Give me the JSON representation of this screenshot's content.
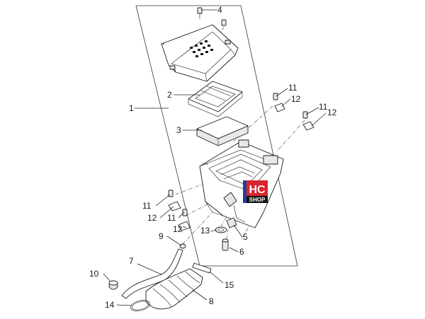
{
  "callouts": [
    {
      "id": "c1",
      "label": "1"
    },
    {
      "id": "c2",
      "label": "2"
    },
    {
      "id": "c3",
      "label": "3"
    },
    {
      "id": "c4",
      "label": "4"
    },
    {
      "id": "c5",
      "label": "5"
    },
    {
      "id": "c6",
      "label": "6"
    },
    {
      "id": "c7",
      "label": "7"
    },
    {
      "id": "c8",
      "label": "8"
    },
    {
      "id": "c9",
      "label": "9"
    },
    {
      "id": "c10",
      "label": "10"
    },
    {
      "id": "c11a",
      "label": "11"
    },
    {
      "id": "c12a",
      "label": "12"
    },
    {
      "id": "c11b",
      "label": "11"
    },
    {
      "id": "c12b",
      "label": "12"
    },
    {
      "id": "c11c",
      "label": "11"
    },
    {
      "id": "c12c",
      "label": "12"
    },
    {
      "id": "c11d",
      "label": "11"
    },
    {
      "id": "c12d",
      "label": "12"
    },
    {
      "id": "c13",
      "label": "13"
    },
    {
      "id": "c14",
      "label": "14"
    },
    {
      "id": "c15",
      "label": "15"
    }
  ],
  "watermark": {
    "line1": "HC",
    "line2": "SHOP",
    "colors": {
      "red": "#d9232e",
      "blue": "#1f3f9a",
      "black": "#111111"
    }
  }
}
